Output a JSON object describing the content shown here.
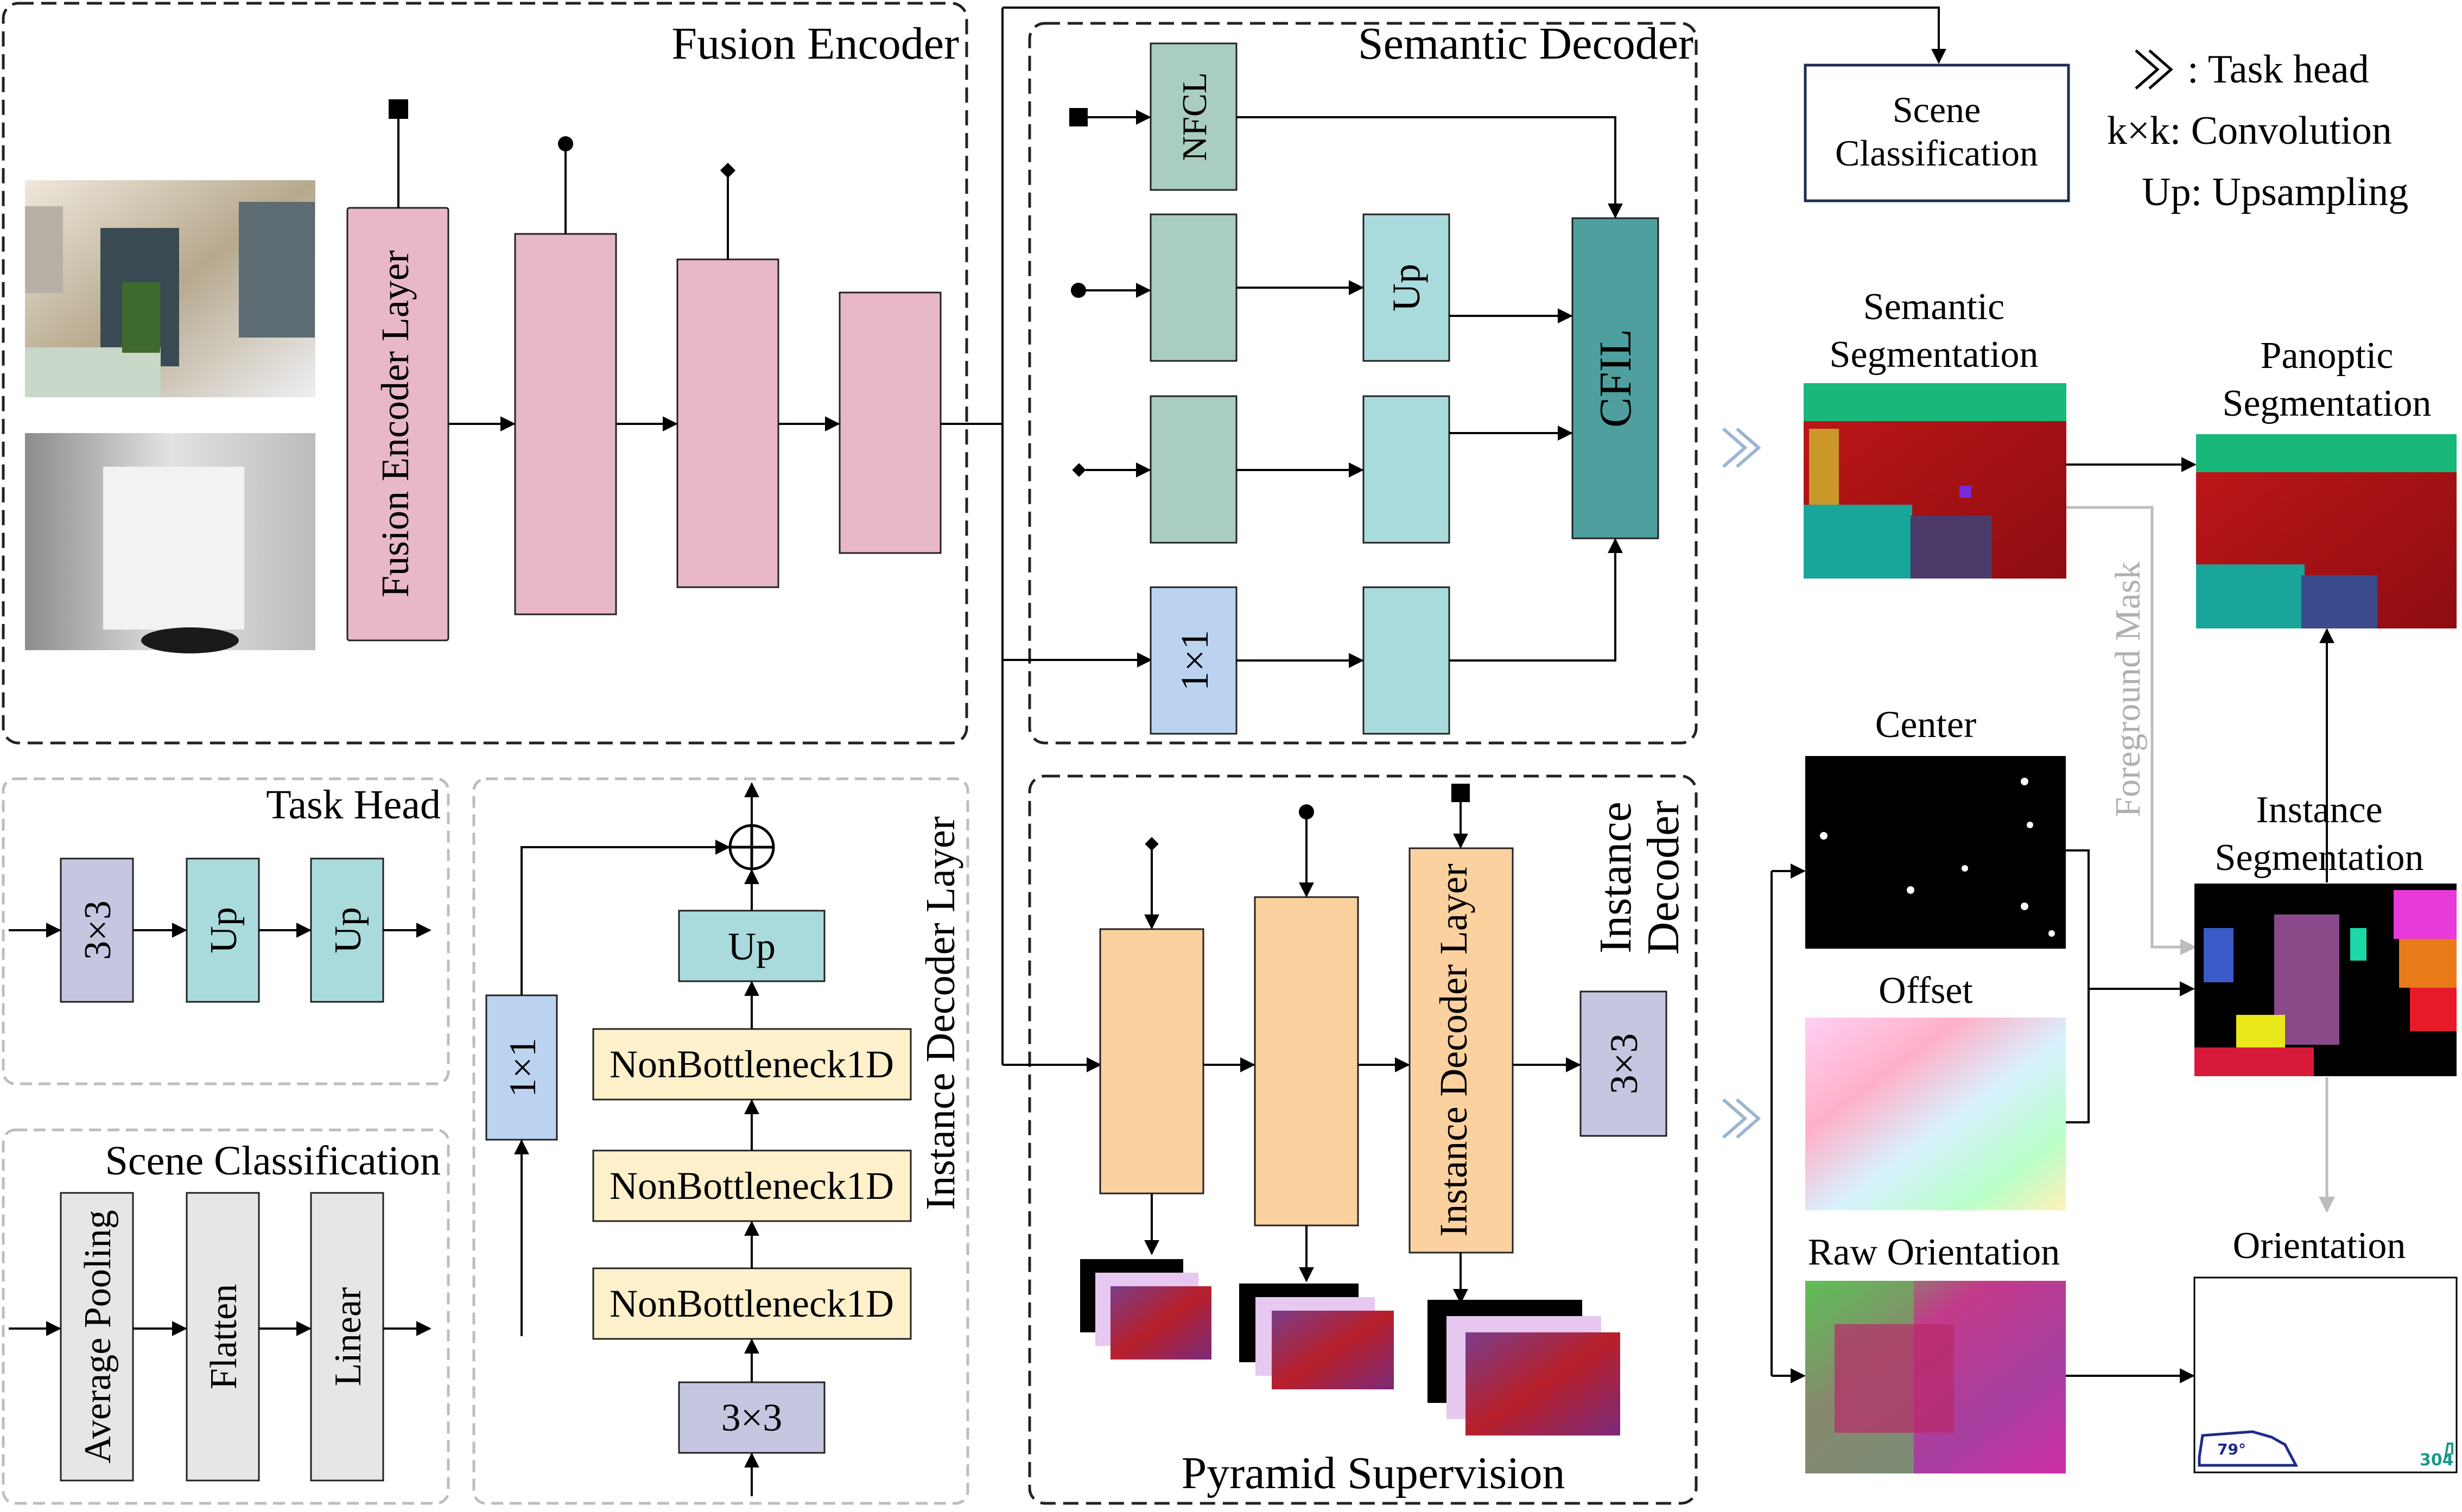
{
  "colors": {
    "pink": "#e8b7c8",
    "sage": "#a9cdbf",
    "cyan": "#aadbdc",
    "teal": "#4f9f9f",
    "blue": "#bcd3f0",
    "lavender": "#c5c6e0",
    "orange": "#fcd1a0",
    "cream": "#fdf0cb",
    "gray": "#e6e6e6"
  },
  "fusion_encoder": {
    "title": "Fusion Encoder",
    "layer_label": "Fusion Encoder Layer"
  },
  "semantic_decoder": {
    "title": "Semantic Decoder",
    "nfcl": "NFCL",
    "cfil": "CFIL",
    "up": "Up",
    "conv1x1": "1×1"
  },
  "instance_decoder": {
    "title_line1": "Instance",
    "title_line2": "Decoder",
    "layer_label": "Instance Decoder Layer",
    "conv3x3": "3×3",
    "pyramid": "Pyramid Supervision"
  },
  "task_head": {
    "title": "Task Head",
    "conv": "3×3",
    "up1": "Up",
    "up2": "Up"
  },
  "scene_classification_block": {
    "title": "Scene Classification",
    "pooling": "Average Pooling",
    "flatten": "Flatten",
    "linear": "Linear"
  },
  "instance_decoder_layer": {
    "title": "Instance Decoder Layer",
    "conv1x1": "1×1",
    "up": "Up",
    "nb1": "NonBottleneck1D",
    "nb2": "NonBottleneck1D",
    "nb3": "NonBottleneck1D",
    "conv3x3": "3×3"
  },
  "outputs": {
    "scene_classification_line1": "Scene",
    "scene_classification_line2": "Classification",
    "semantic_line1": "Semantic",
    "semantic_line2": "Segmentation",
    "panoptic_line1": "Panoptic",
    "panoptic_line2": "Segmentation",
    "center": "Center",
    "offset": "Offset",
    "instance_line1": "Instance",
    "instance_line2": "Segmentation",
    "raw_orientation": "Raw Orientation",
    "orientation": "Orientation",
    "foreground_mask": "Foreground Mask",
    "angle1": "79°",
    "angle2": "304"
  },
  "legend": {
    "task_head": ": Task head",
    "convolution": "k×k: Convolution",
    "upsampling": "Up: Upsampling"
  }
}
